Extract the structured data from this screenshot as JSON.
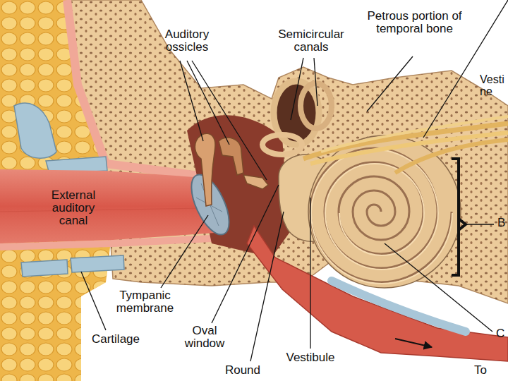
{
  "diagram": {
    "labels": [
      "Auditory ossicles",
      "Semicircular canals",
      "Petrous portion of temporal bone",
      "Vesti ne",
      "External auditory canal",
      "B",
      "Tympanic membrane",
      "Oval window",
      "Cartilage",
      "Vestibule",
      "C",
      "Round",
      "To"
    ]
  }
}
